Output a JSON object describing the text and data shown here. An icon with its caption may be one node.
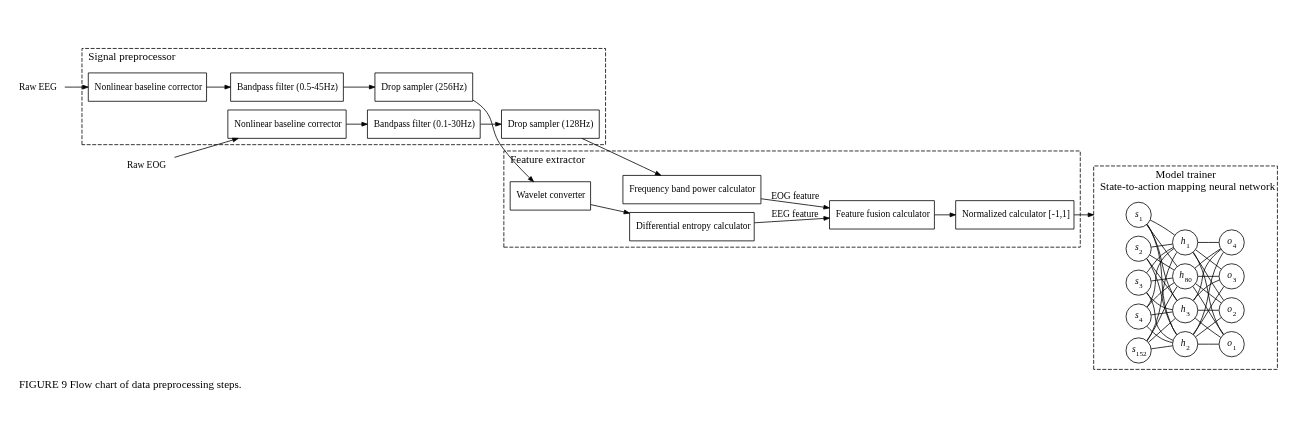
{
  "diagram": {
    "caption": "FIGURE 9 Flow chart of data preprocessing steps.",
    "nodes": [
      {
        "text": [
          "Raw EEG"
        ]
      },
      {
        "text": [
          "Raw EOG"
        ]
      },
      {
        "text": [
          "Signal preprocessor"
        ]
      },
      {
        "text": [
          "Nonlinear baseline corrector"
        ],
        "in": 2
      },
      {
        "text": [
          "Bandpass filter (0.5-45Hz)"
        ],
        "in": 2
      },
      {
        "text": [
          "Drop sampler (256Hz)"
        ],
        "in": 2
      },
      {
        "text": [
          "Nonlinear baseline corrector"
        ],
        "in": 2
      },
      {
        "text": [
          "Bandpass filter (0.1-30Hz)"
        ],
        "in": 2
      },
      {
        "text": [
          "Drop sampler (128Hz)"
        ],
        "in": 2
      },
      {
        "text": [
          "Feature extractor"
        ]
      },
      {
        "text": [
          "Wavelet converter"
        ],
        "in": 9
      },
      {
        "text": [
          "Differential entropy calculator"
        ],
        "in": 9
      },
      {
        "text": [
          "Frequency band power calculator"
        ],
        "in": 9
      },
      {
        "text": [
          "Feature fusion calculator"
        ],
        "in": 9
      },
      {
        "text": [
          "Normalized calculator [-1,1]"
        ],
        "in": 9
      },
      {
        "text": [
          "Model trainer",
          "State-to-action mapping neural network"
        ]
      },
      {
        "text": [
          "*s*$_{1}$"
        ],
        "in": 15
      },
      {
        "text": [
          "*s*$_{2}$"
        ],
        "in": 15
      },
      {
        "text": [
          "*s*$_{3}$"
        ],
        "in": 15
      },
      {
        "text": [
          "*s*$_{4}$"
        ],
        "in": 15
      },
      {
        "text": [
          "*s*$_{152}$"
        ],
        "in": 15
      },
      {
        "text": [
          "*h*$_{1}$"
        ],
        "in": 15
      },
      {
        "text": [
          "*h*$_{2}$"
        ],
        "in": 15
      },
      {
        "text": [
          "*h*$_{3}$"
        ],
        "in": 15
      },
      {
        "text": [
          "*h*$_{80}$"
        ],
        "in": 15
      },
      {
        "text": [
          "*o*$_{1}$"
        ],
        "in": 15
      },
      {
        "text": [
          "*o*$_{2}$"
        ],
        "in": 15
      },
      {
        "text": [
          "*o*$_{3}$"
        ],
        "in": 15
      },
      {
        "text": [
          "*o*$_{4}$"
        ],
        "in": 15
      }
    ],
    "edges": [
      {
        "from": 0,
        "to": 3,
        "arrow": "to"
      },
      {
        "from": 3,
        "to": 4,
        "arrow": "to"
      },
      {
        "from": 4,
        "to": 5,
        "arrow": "to"
      },
      {
        "from": 1,
        "to": 6,
        "arrow": "to"
      },
      {
        "from": 6,
        "to": 7,
        "arrow": "to"
      },
      {
        "from": 7,
        "to": 8,
        "arrow": "to"
      },
      {
        "from": 5,
        "to": 10,
        "arrow": "to"
      },
      {
        "from": 10,
        "to": 11,
        "arrow": "to"
      },
      {
        "from": 8,
        "to": 12,
        "arrow": "to"
      },
      {
        "from": 11,
        "to": 13,
        "arrow": "to",
        "label": "EEG feature"
      },
      {
        "from": 12,
        "to": 13,
        "arrow": "to",
        "label": "EOG feature"
      },
      {
        "from": 13,
        "to": 14,
        "arrow": "to"
      },
      {
        "from": 14,
        "to": 15,
        "arrow": "to"
      },
      {
        "from": 16,
        "to": 21,
        "arrow": "none"
      },
      {
        "from": 16,
        "to": 22,
        "arrow": "none"
      },
      {
        "from": 16,
        "to": 23,
        "arrow": "none"
      },
      {
        "from": 16,
        "to": 24,
        "arrow": "none"
      },
      {
        "from": 17,
        "to": 21,
        "arrow": "none"
      },
      {
        "from": 17,
        "to": 22,
        "arrow": "none"
      },
      {
        "from": 17,
        "to": 23,
        "arrow": "none"
      },
      {
        "from": 17,
        "to": 24,
        "arrow": "none"
      },
      {
        "from": 18,
        "to": 21,
        "arrow": "none"
      },
      {
        "from": 18,
        "to": 22,
        "arrow": "none"
      },
      {
        "from": 18,
        "to": 23,
        "arrow": "none"
      },
      {
        "from": 18,
        "to": 24,
        "arrow": "none"
      },
      {
        "from": 19,
        "to": 21,
        "arrow": "none"
      },
      {
        "from": 19,
        "to": 22,
        "arrow": "none"
      },
      {
        "from": 19,
        "to": 23,
        "arrow": "none"
      },
      {
        "from": 19,
        "to": 24,
        "arrow": "none"
      },
      {
        "from": 20,
        "to": 21,
        "arrow": "none"
      },
      {
        "from": 20,
        "to": 22,
        "arrow": "none"
      },
      {
        "from": 20,
        "to": 23,
        "arrow": "none"
      },
      {
        "from": 20,
        "to": 24,
        "arrow": "none"
      },
      {
        "from": 21,
        "to": 25,
        "arrow": "none"
      },
      {
        "from": 21,
        "to": 26,
        "arrow": "none"
      },
      {
        "from": 21,
        "to": 27,
        "arrow": "none"
      },
      {
        "from": 21,
        "to": 28,
        "arrow": "none"
      },
      {
        "from": 22,
        "to": 25,
        "arrow": "none"
      },
      {
        "from": 22,
        "to": 26,
        "arrow": "none"
      },
      {
        "from": 22,
        "to": 27,
        "arrow": "none"
      },
      {
        "from": 22,
        "to": 28,
        "arrow": "none"
      },
      {
        "from": 23,
        "to": 25,
        "arrow": "none"
      },
      {
        "from": 23,
        "to": 26,
        "arrow": "none"
      },
      {
        "from": 23,
        "to": 27,
        "arrow": "none"
      },
      {
        "from": 23,
        "to": 28,
        "arrow": "none"
      },
      {
        "from": 24,
        "to": 25,
        "arrow": "none"
      },
      {
        "from": 24,
        "to": 26,
        "arrow": "none"
      },
      {
        "from": 24,
        "to": 27,
        "arrow": "none"
      },
      {
        "from": 24,
        "to": 28,
        "arrow": "none"
      }
    ]
  }
}
